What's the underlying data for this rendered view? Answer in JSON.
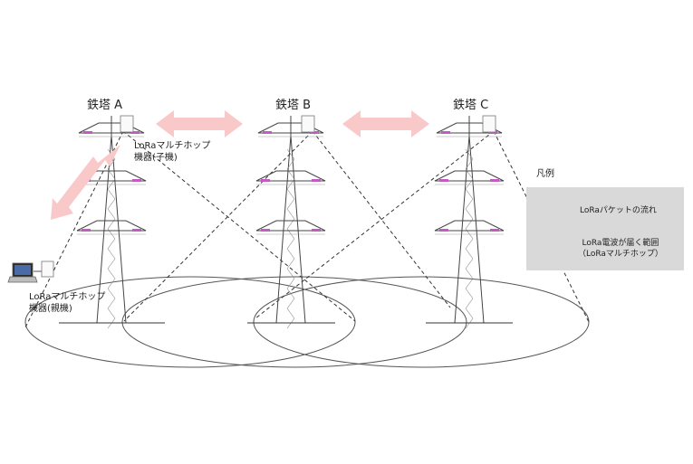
{
  "towers": [
    {
      "name": "鉄塔 A"
    },
    {
      "name": "鉄塔 B"
    },
    {
      "name": "鉄塔 C"
    }
  ],
  "child_device_label": [
    "LoRaマルチホップ",
    "機器(子機)"
  ],
  "parent_device_label": [
    "LoRaマルチホップ",
    "機器(親機)"
  ],
  "legend": {
    "title": "凡例",
    "packet_flow_label": "LoRaパケットの流れ",
    "coverage_label": [
      "LoRa電波が届く範囲",
      "（LoRaマルチホップ）"
    ]
  },
  "colors": {
    "arrow": "#f9c9c9",
    "line": "#333333",
    "legend_bg": "#d9d9d9",
    "crossarm_tag": "#c25bc2"
  }
}
